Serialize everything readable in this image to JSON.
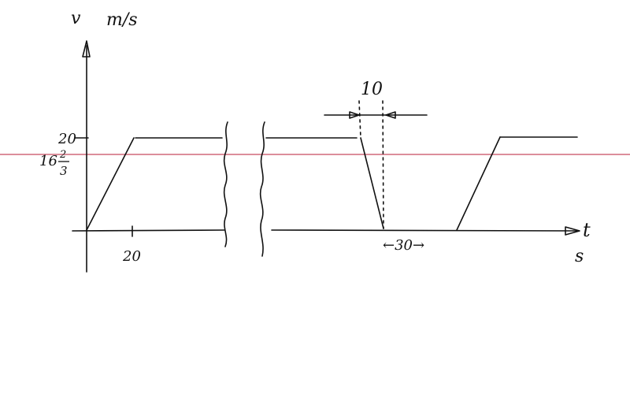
{
  "axes": {
    "y_label": "v",
    "y_unit": "m/s",
    "x_label": "t",
    "x_unit": "s"
  },
  "ticks": {
    "y_20": "20",
    "y_fraction_whole": "16",
    "y_fraction_num": "2",
    "y_fraction_den": "3",
    "x_20": "20"
  },
  "annotations": {
    "interval_10": "10",
    "interval_30": "←30→"
  },
  "colors": {
    "ink": "#111111",
    "reference_line": "#d0687a"
  }
}
